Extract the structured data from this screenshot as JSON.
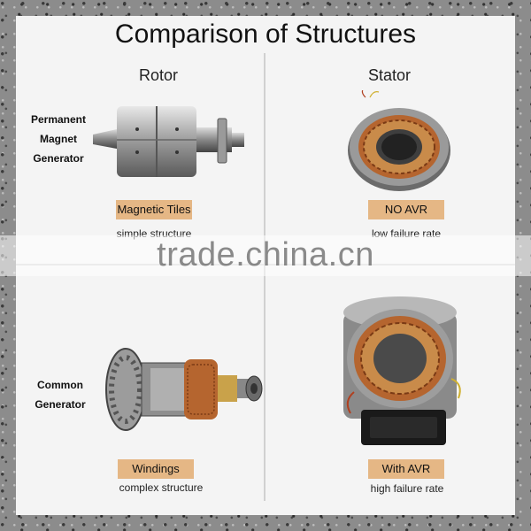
{
  "title": "Comparison of Structures",
  "columns": {
    "rotor": "Rotor",
    "stator": "Stator"
  },
  "rows": {
    "permanent": {
      "label_lines": [
        "Permanent",
        "Magnet",
        "Generator"
      ],
      "rotor_tag": "Magnetic Tiles",
      "rotor_desc": "simple structure",
      "stator_tag": "NO AVR",
      "stator_desc": "low failure rate"
    },
    "common": {
      "label_lines": [
        "Common",
        "Generator"
      ],
      "rotor_tag": "Windings",
      "rotor_desc": "complex structure",
      "stator_tag": "With AVR",
      "stator_desc": "high failure rate"
    }
  },
  "watermark": "trade.china.cn",
  "colors": {
    "tag_bg": "#e5b785",
    "panel_bg": "#f4f4f4",
    "copper": "#b5652f",
    "steel": "#a8a8a8"
  }
}
